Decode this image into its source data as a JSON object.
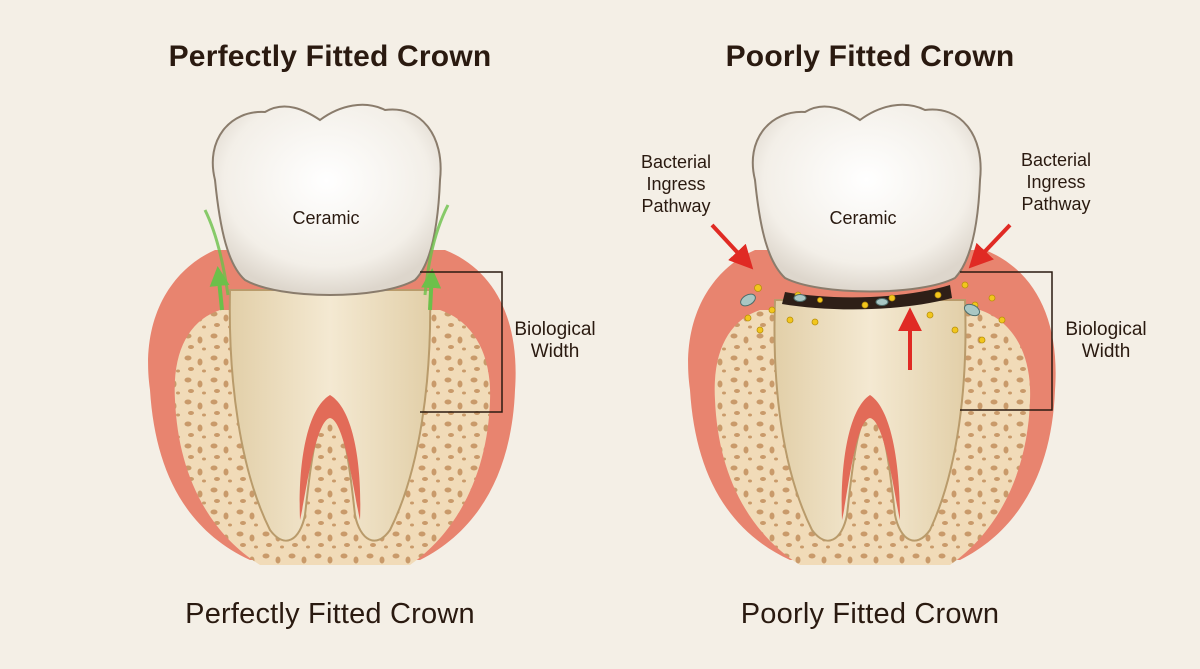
{
  "left_panel": {
    "title_top": "Perfectly Fitted Crown",
    "title_bottom": "Perfectly Fitted Crown",
    "crown_label": "Ceramic",
    "bracket_label_line1": "Biological",
    "bracket_label_line2": "Width"
  },
  "right_panel": {
    "title_top": "Poorly Fitted Crown",
    "title_bottom": "Poorly Fitted Crown",
    "crown_label": "Ceramic",
    "pathway_left": [
      "Bacterial",
      "Ingress",
      "Pathway"
    ],
    "pathway_right": [
      "Bacterial",
      "Ingress",
      "Pathway"
    ],
    "bracket_label_line1": "Biological",
    "bracket_label_line2": "Width"
  },
  "colors": {
    "background": "#f4efe6",
    "gum": "#e8846f",
    "bone": "#f1dbb8",
    "root": "#eadbbd",
    "crown": "#f7f4ee",
    "healthy_arrow": "#6cc04a",
    "bacterial_arrow": "#e02a24",
    "bacteria_dot": "#f2c61d"
  }
}
